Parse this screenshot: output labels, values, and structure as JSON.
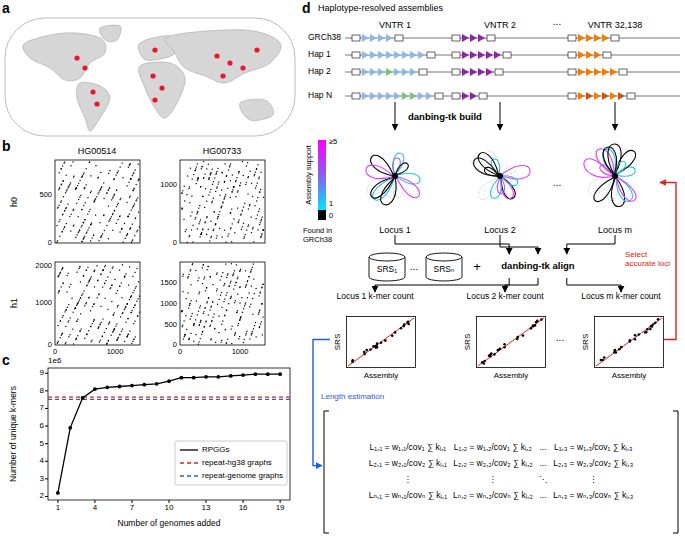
{
  "diagram": {
    "nodes": [
      {
        "text": [
          "VNTR 1"
        ]
      },
      {
        "text": [
          "VNTR 2"
        ]
      },
      {
        "text": [
          "VNTR 32,138"
        ]
      },
      {
        "text": [
          "Locus 1"
        ]
      },
      {
        "text": [
          "Locus 2"
        ]
      },
      {
        "text": [
          "Locus m"
        ]
      },
      {
        "text": [
          "SRS₁"
        ]
      },
      {
        "text": [
          "SRSₙ"
        ]
      },
      {
        "text": [
          "danbing-tk align"
        ]
      },
      {
        "text": [
          "Locus 1 k-mer count",
          "SRS",
          "Assembly"
        ]
      },
      {
        "text": [
          "Locus 2 k-mer count",
          "SRS",
          "Assembly"
        ]
      },
      {
        "text": [
          "Locus m k-mer count",
          "SRS",
          "Assembly"
        ]
      },
      {
        "text": [
          "L₁,₁ = w₁,₁/cov₁ ∑ kᵢ,₁",
          "L₁,₂ = w₁,₂/cov₁ ∑ kᵢ,₂",
          "...",
          "L₁,₃ = w₁,₃/cov₁ ∑ kᵢ,₃",
          "L₂,₁ = w₂,₁/cov₂ ∑ kᵢ,₁",
          "L₂,₂ = w₂,₂/cov₂ ∑ kᵢ,₂",
          "...",
          "L₂,₃ = w₂,₃/cov₂ ∑ kᵢ,₃",
          "⋮",
          "⋮",
          "⋱",
          "⋮",
          "Lₙ,₁ = wₙ,₁/covₙ ∑ kᵢ,₁",
          "Lₙ,₂ = wₙ,₂/covₙ ∑ kᵢ,₂",
          "...",
          "Lₙ,₃ = wₙ,₃/covₙ ∑ kᵢ,₃"
        ]
      }
    ],
    "edges": [
      {
        "from": 0,
        "to": 3,
        "arrow": "to"
      },
      {
        "from": 1,
        "to": 4,
        "arrow": "to"
      },
      {
        "from": 2,
        "to": 5,
        "arrow": "to"
      },
      {
        "from": 3,
        "to": 8,
        "arrow": "to"
      },
      {
        "from": 4,
        "to": 8,
        "arrow": "to"
      },
      {
        "from": 5,
        "to": 8,
        "arrow": "to"
      },
      {
        "from": 8,
        "to": 9,
        "arrow": "to"
      },
      {
        "from": 8,
        "to": 10,
        "arrow": "to"
      },
      {
        "from": 8,
        "to": 11,
        "arrow": "to"
      },
      {
        "from": 11,
        "to": 5,
        "label": "Select accurate loci",
        "arrow": "to"
      },
      {
        "from": 9,
        "to": 12,
        "label": "Length estimation",
        "arrow": "to"
      }
    ],
    "labels": [
      "a",
      "b",
      "c",
      "d",
      "HG00514",
      "HG00733",
      "h0",
      "h1",
      "0",
      "500",
      "0",
      "1000",
      "0",
      "1000",
      "2000",
      "0",
      "500",
      "1000",
      "1500",
      "0",
      "1000",
      "0",
      "1000",
      "1e6",
      "2",
      "3",
      "4",
      "5",
      "6",
      "7",
      "8",
      "9",
      "1",
      "4",
      "7",
      "10",
      "13",
      "16",
      "19",
      "Number of unique k-mers",
      "Number of genomes added",
      "Haplotype-resolved assemblies",
      "GRCh38",
      "Hap 1",
      "Hap 2",
      "Hap N",
      "danbing-tk build",
      "Assembly support",
      "≥5",
      "1",
      "0",
      "Found in GRCh38",
      "...",
      "...",
      "...",
      "+",
      "..."
    ],
    "legend": [
      {
        "text": "RPGGs"
      },
      {
        "text": "repeat-hg38 graphs"
      },
      {
        "text": "repeat-genome graphs"
      }
    ]
  }
}
